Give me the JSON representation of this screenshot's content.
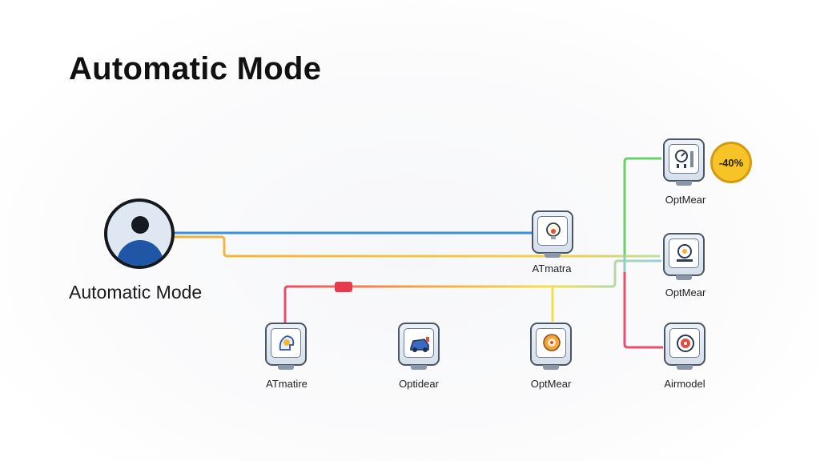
{
  "title": "Automatic Mode",
  "source": {
    "label": "Automatic Mode",
    "icon": "user-avatar-icon"
  },
  "nodes": [
    {
      "id": "top-right",
      "label": "OptMear",
      "icon": "gauge-panel-icon"
    },
    {
      "id": "middle-center",
      "label": "ATmatra",
      "icon": "brain-lightbulb-icon"
    },
    {
      "id": "middle-right",
      "label": "OptMear",
      "icon": "dial-panel-icon"
    },
    {
      "id": "bottom-1",
      "label": "ATmatire",
      "icon": "lightbulb-head-icon"
    },
    {
      "id": "bottom-2",
      "label": "Optidear",
      "icon": "vehicle-icon"
    },
    {
      "id": "bottom-3",
      "label": "OptMear",
      "icon": "gear-bulb-icon"
    },
    {
      "id": "bottom-4",
      "label": "Airmodel",
      "icon": "sensor-dial-icon"
    }
  ],
  "badge": {
    "label": "-40%"
  },
  "connections": [
    {
      "from": "source",
      "to": "middle-center",
      "color": "#3b8fe0"
    },
    {
      "from": "source",
      "to": "middle-right",
      "color": "#f0b23a"
    },
    {
      "from": "bottom-1",
      "to": "middle-right",
      "color": "#e84e6a"
    },
    {
      "from": "top-right",
      "to": "bottom-4",
      "color": "#6ccf6a"
    }
  ],
  "colors": {
    "blue": "#3b8fe0",
    "orange": "#f0b23a",
    "red": "#e84e6a",
    "yellow": "#f3df4a",
    "green": "#6ccf6a",
    "badge": "#f6c426"
  }
}
